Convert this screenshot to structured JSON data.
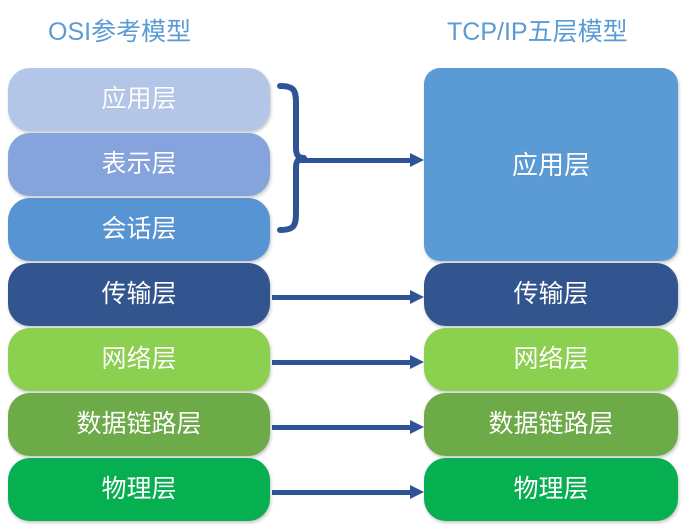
{
  "diagram": {
    "title_left": "OSI参考模型",
    "title_right": "TCP/IP五层模型",
    "title_color": "#5b9bd5",
    "arrow_color": "#2e5496",
    "background": "#ffffff",
    "osi_layers": [
      {
        "label": "应用层",
        "color": "#b4c6e7"
      },
      {
        "label": "表示层",
        "color": "#85a3dd"
      },
      {
        "label": "会话层",
        "color": "#5694d4"
      },
      {
        "label": "传输层",
        "color": "#32548f"
      },
      {
        "label": "网络层",
        "color": "#8cd04f"
      },
      {
        "label": "数据链路层",
        "color": "#6cab47"
      },
      {
        "label": "物理层",
        "color": "#06b050"
      }
    ],
    "tcpip_layers": [
      {
        "label": "应用层",
        "color": "#5b9bd5"
      },
      {
        "label": "传输层",
        "color": "#32548f"
      },
      {
        "label": "网络层",
        "color": "#8cd04f"
      },
      {
        "label": "数据链路层",
        "color": "#6cab47"
      },
      {
        "label": "物理层",
        "color": "#06b050"
      }
    ],
    "mappings": [
      {
        "from": "应用层 / 表示层 / 会话层",
        "to": "应用层",
        "connector": "brace-arrow"
      },
      {
        "from": "传输层",
        "to": "传输层",
        "connector": "arrow"
      },
      {
        "from": "网络层",
        "to": "网络层",
        "connector": "arrow"
      },
      {
        "from": "数据链路层",
        "to": "数据链路层",
        "connector": "arrow"
      },
      {
        "from": "物理层",
        "to": "物理层",
        "connector": "arrow"
      }
    ]
  }
}
